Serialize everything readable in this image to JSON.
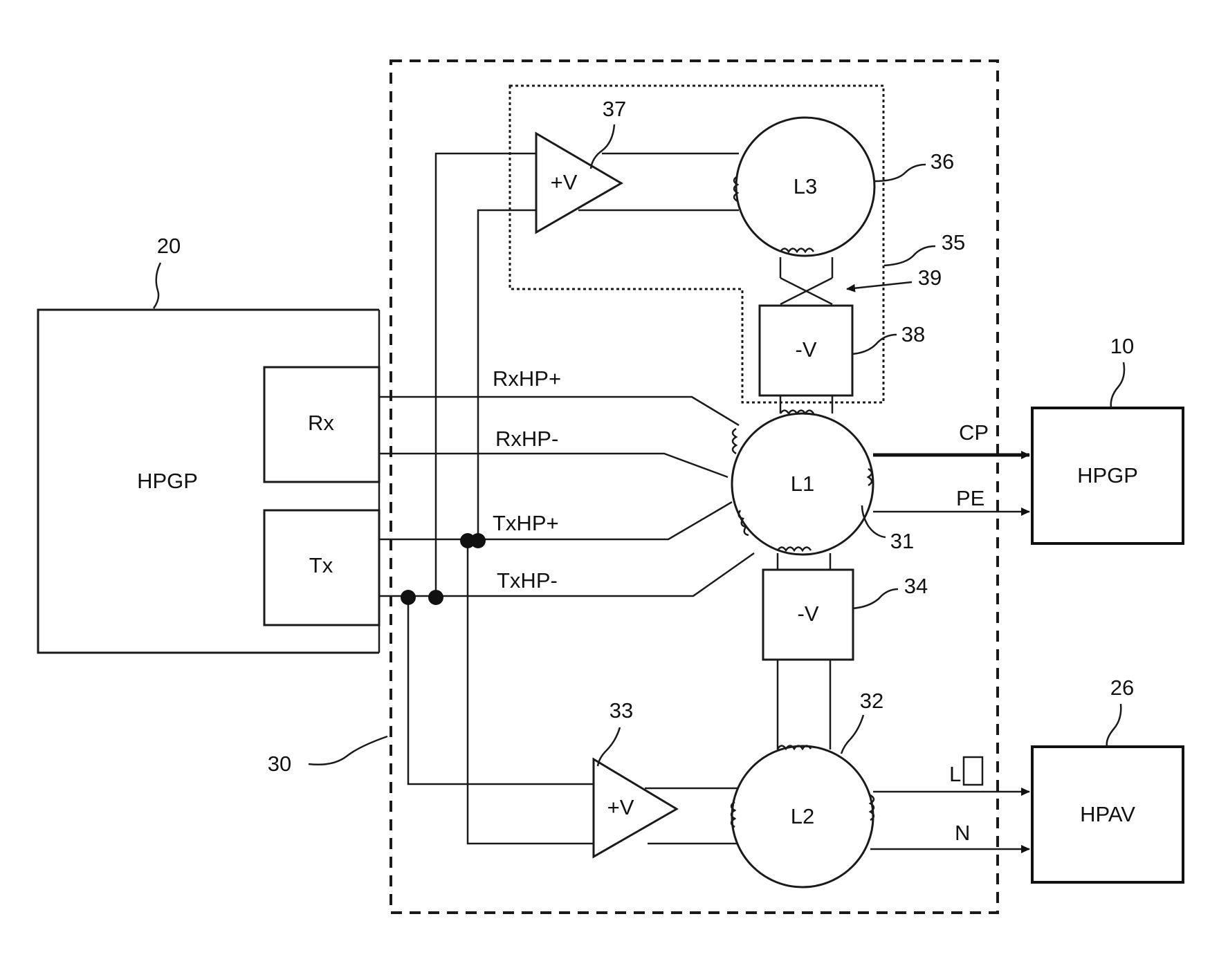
{
  "blocks": {
    "hpgp_left": "HPGP",
    "rx": "Rx",
    "tx": "Tx",
    "hpgp_right": "HPGP",
    "hpav": "HPAV",
    "amp_top": "+V",
    "amp_bottom": "+V",
    "inv_top": "-V",
    "inv_mid": "-V",
    "coil_l1": "L1",
    "coil_l2": "L2",
    "coil_l3": "L3"
  },
  "signals": {
    "rxhp_plus": "RxHP+",
    "rxhp_minus": "RxHP-",
    "txhp_plus": "TxHP+",
    "txhp_minus": "TxHP-",
    "cp": "CP",
    "pe": "PE",
    "l": "L",
    "n": "N"
  },
  "refs": {
    "r10": "10",
    "r20": "20",
    "r26": "26",
    "r30": "30",
    "r31": "31",
    "r32": "32",
    "r33": "33",
    "r34": "34",
    "r35": "35",
    "r36": "36",
    "r37": "37",
    "r38": "38",
    "r39": "39"
  }
}
